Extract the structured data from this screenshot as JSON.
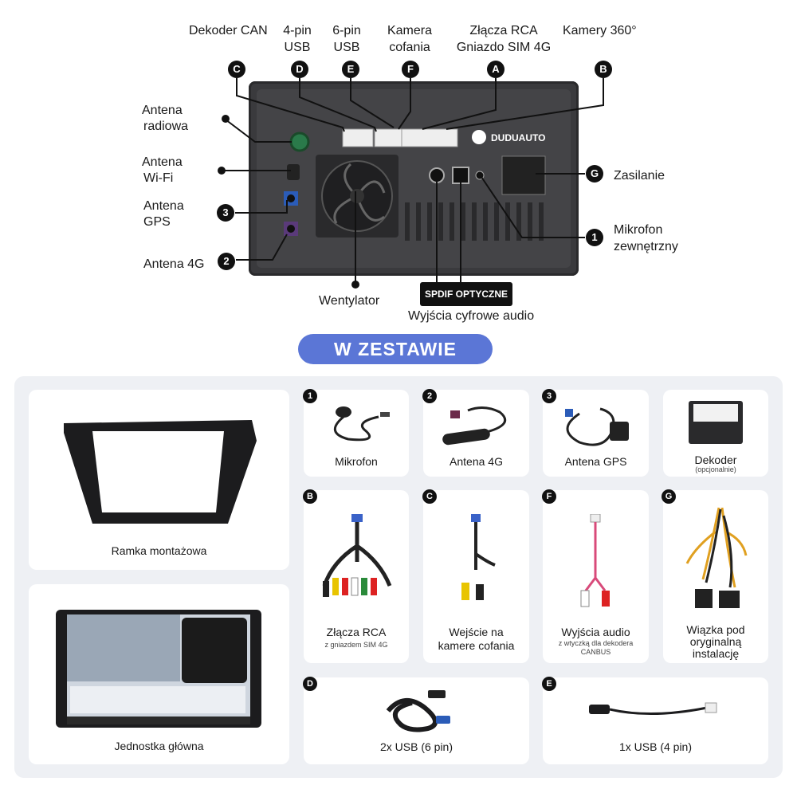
{
  "connectors_top": {
    "dekoder_can": "Dekoder CAN",
    "usb4": [
      "4-pin",
      "USB"
    ],
    "usb6": [
      "6-pin",
      "USB"
    ],
    "kamera": [
      "Kamera",
      "cofania"
    ],
    "rca": [
      "Złącza RCA",
      "Gniazdo SIM 4G"
    ],
    "kamery360": "Kamery 360°"
  },
  "badges_letters": [
    "C",
    "D",
    "E",
    "F",
    "A",
    "B",
    "G"
  ],
  "badges_numbers": [
    "1",
    "2",
    "3"
  ],
  "left_labels": {
    "radio": [
      "Antena",
      "radiowa"
    ],
    "wifi": [
      "Antena",
      "Wi-Fi"
    ],
    "gps": [
      "Antena",
      "GPS"
    ],
    "antena4g": "Antena 4G"
  },
  "right_labels": {
    "zasilanie": "Zasilanie",
    "mikrofon": [
      "Mikrofon",
      "zewnętrzny"
    ]
  },
  "bottom_labels": {
    "wentylator": "Wentylator",
    "spdif": "SPDIF OPTYCZNE",
    "wyjscia": "Wyjścia cyfrowe audio"
  },
  "brand": "DUDUAUTO",
  "section_title": "W ZESTAWIE",
  "kit": {
    "ramka": "Ramka montażowa",
    "jednostka": "Jednostka główna",
    "mikrofon": "Mikrofon",
    "antena4g": "Antena 4G",
    "antenagps": "Antena GPS",
    "dekoder": "Dekoder",
    "dekoder_sub": "(opcjonalnie)",
    "rca": "Złącza RCA",
    "rca_sub": "z gniazdem SIM 4G",
    "kamera": [
      "Wejście na",
      "kamere cofania"
    ],
    "audio": "Wyjścia audio",
    "audio_sub": [
      "z wtyczką dla dekodera",
      "CANBUS"
    ],
    "wiazka": [
      "Wiązka pod",
      "oryginalną",
      "instalację"
    ],
    "usb6": "2x USB (6 pin)",
    "usb4": "1x USB (4 pin)"
  },
  "colors": {
    "accent": "#5b76d6",
    "panel_bg": "#eef0f4",
    "unit_body": "#3a3a3d",
    "badge": "#111111"
  }
}
